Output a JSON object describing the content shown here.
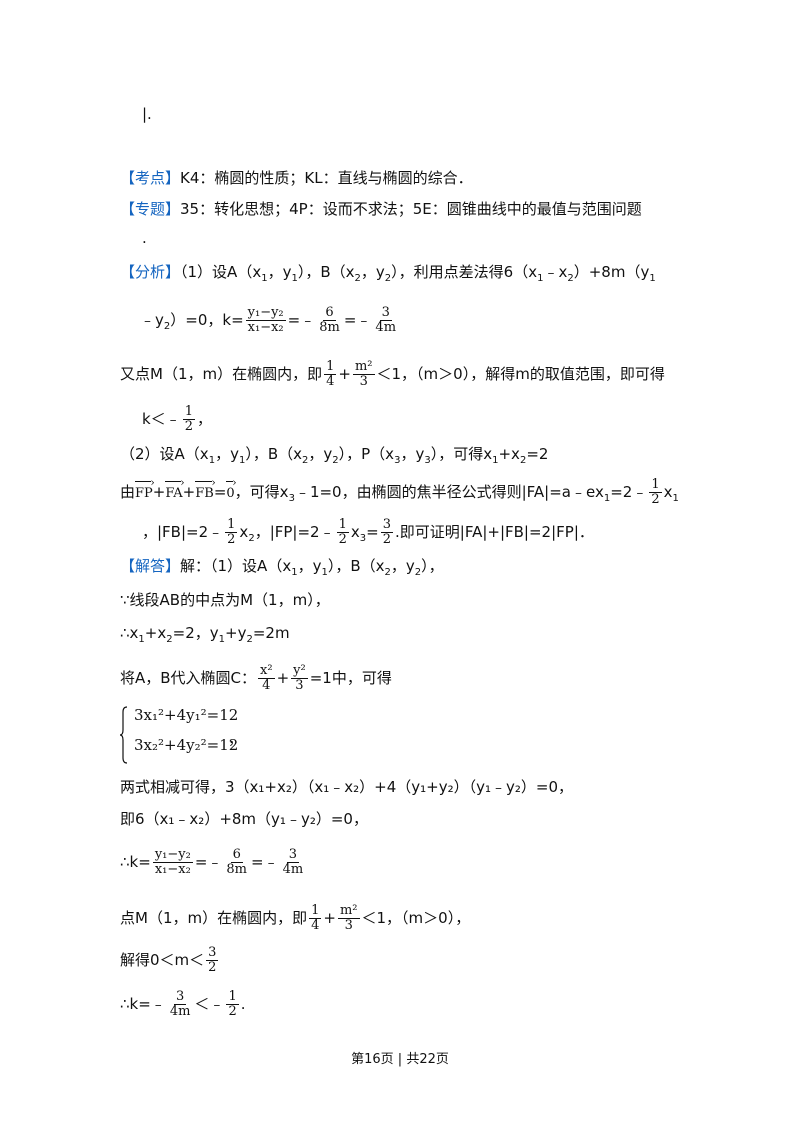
{
  "top_fragment": "|.",
  "kaodian": {
    "tag": "【考点】",
    "text": "K4：椭圆的性质；KL：直线与椭圆的综合．"
  },
  "zhuanti": {
    "tag": "【专题】",
    "text": "35：转化思想；4P：设而不求法；5E：圆锥曲线中的最值与范围问题",
    "tail": "."
  },
  "fenxi": {
    "tag": "【分析】",
    "p1": "（1）设A（x",
    "p1b": "，y",
    "p1c": "），B（x",
    "p1d": "，y",
    "p1e": "），利用点差法得6（x",
    "p1f": "﹣x",
    "p1g": "）+8m（y",
    "l2a": "﹣y",
    "l2b": "）=0，k=",
    "frac_num": "y₁−y₂",
    "frac_den": "x₁−x₂",
    "l2c": "=﹣",
    "frac2_num": "6",
    "frac2_den": "8m",
    "l2d": "=﹣",
    "frac3_num": "3",
    "frac3_den": "4m",
    "l3a": "又点M（1，m）在椭圆内，即",
    "l3_frac1_num": "1",
    "l3_frac1_den": "4",
    "l3_plus": "+",
    "l3_frac2_num": "m²",
    "l3_frac2_den": "3",
    "l3b": "＜1，（m＞0），解得m的取值范围，即可得",
    "l4a": "k＜﹣",
    "l4_frac_num": "1",
    "l4_frac_den": "2",
    "l4b": "，",
    "l5": "（2）设A（x",
    "l5b": "，y",
    "l5c": "），B（x",
    "l5d": "，y",
    "l5e": "），P（x",
    "l5f": "，y",
    "l5g": "），可得x",
    "l5h": "+x",
    "l5i": "=2",
    "l6a": "由",
    "l6_vec1": "FP",
    "l6_vec2": "FA",
    "l6_vec3": "FB",
    "l6_zero": "0",
    "l6b": "，可得x",
    "l6c": "﹣1=0，由椭圆的焦半径公式得则|FA|=a﹣ex",
    "l6d": "=2﹣",
    "l6_frac_num": "1",
    "l6_frac_den": "2",
    "l6e": "x",
    "l7a": "，|FB|=2﹣",
    "l7b": "x",
    "l7c": "，|FP|=2﹣",
    "l7d": "x",
    "l7e": "=",
    "l7_frac_num": "3",
    "l7_frac_den": "2",
    "l7f": ".即可证明|FA|+|FB|=2|FP|．"
  },
  "jieda": {
    "tag": "【解答】",
    "l1": "解：（1）设A（x",
    "l1b": "，y",
    "l1c": "），B（x",
    "l1d": "，y",
    "l1e": "），",
    "l2": "∵线段AB的中点为M（1，m），",
    "l3a": "∴x",
    "l3b": "+x",
    "l3c": "=2，y",
    "l3d": "+y",
    "l3e": "=2m",
    "l4a": "将A，B代入椭圆C：",
    "l4_f1_num": "x²",
    "l4_f1_den": "4",
    "l4_plus": "+",
    "l4_f2_num": "y²",
    "l4_f2_den": "3",
    "l4b": "=1中，可得",
    "sys1": "3x₁²+4y₁²=12",
    "sys2": "3x₂²+4y₂²=12",
    "sys_comma": "，",
    "l5": "两式相减可得，3（x₁+x₂）（x₁﹣x₂）+4（y₁+y₂）（y₁﹣y₂）=0，",
    "l6": "即6（x₁﹣x₂）+8m（y₁﹣y₂）=0，",
    "l7a": "∴k=",
    "l7_f1_num": "y₁−y₂",
    "l7_f1_den": "x₁−x₂",
    "l7b": "=﹣",
    "l7_f2_num": "6",
    "l7_f2_den": "8m",
    "l7c": "=﹣",
    "l7_f3_num": "3",
    "l7_f3_den": "4m",
    "l8a": "点M（1，m）在椭圆内，即",
    "l8_f1_num": "1",
    "l8_f1_den": "4",
    "l8_plus": "+",
    "l8_f2_num": "m²",
    "l8_f2_den": "3",
    "l8b": "＜1，（m＞0），",
    "l9a": "解得0＜m＜",
    "l9_f_num": "3",
    "l9_f_den": "2",
    "l10a": "∴k=﹣",
    "l10_f1_num": "3",
    "l10_f1_den": "4m",
    "l10b": "＜﹣",
    "l10_f2_num": "1",
    "l10_f2_den": "2",
    "l10c": "."
  },
  "footer": {
    "page": "第16页",
    "sep": "|",
    "total": "共22页"
  },
  "colors": {
    "tag": "#1565c0",
    "text": "#111111"
  }
}
